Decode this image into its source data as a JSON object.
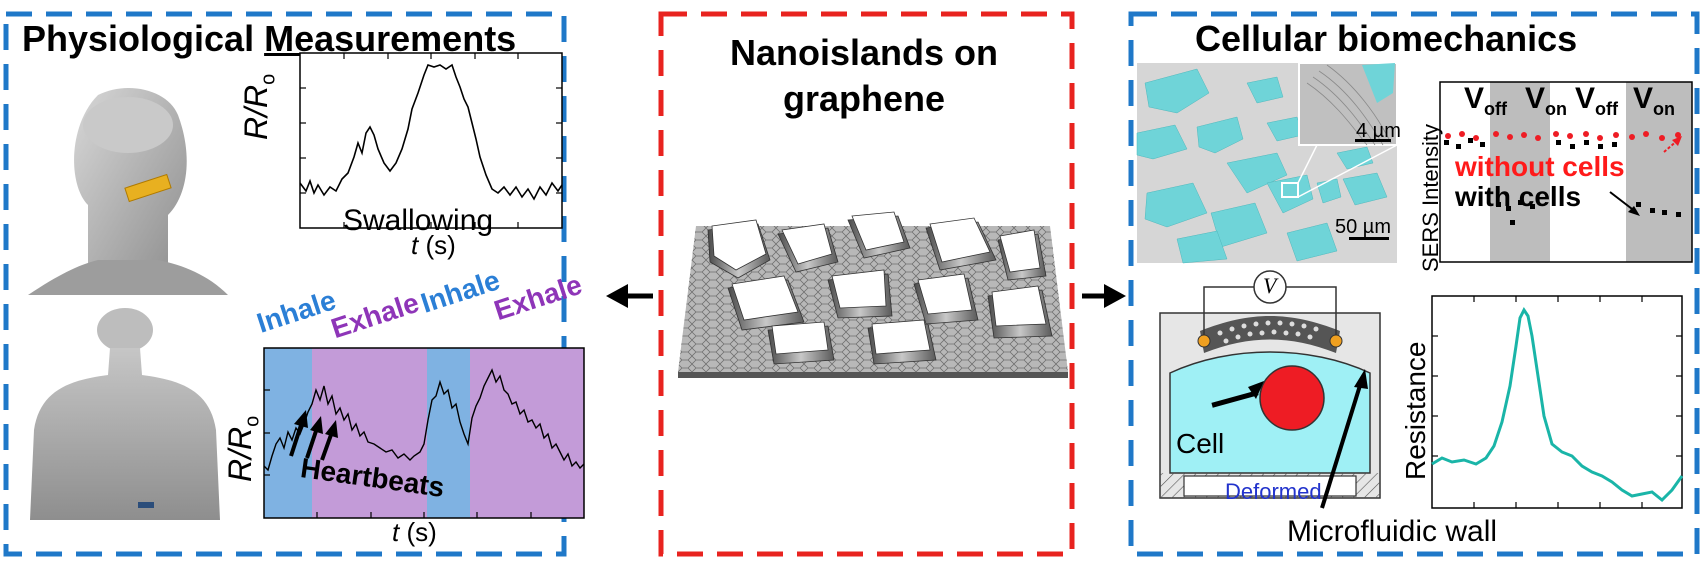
{
  "left_panel": {
    "title_part1": "Physiological",
    "title_part2": "Measurements",
    "swallow_chart": {
      "ylabel_var": "R/R",
      "ylabel_sub": "o",
      "xlabel_var": "t",
      "xlabel_unit": "(s)",
      "annotation": "Swallowing"
    },
    "breath_chart": {
      "ylabel_var": "R/R",
      "ylabel_sub": "o",
      "xlabel_var": "t",
      "xlabel_unit": "(s)",
      "phase_labels": [
        "Inhale",
        "Exhale",
        "Inhale",
        "Exhale"
      ],
      "annotation": "Heartbeats",
      "inhale_color": "#5b9bd5",
      "exhale_color": "#b86cc8"
    }
  },
  "center_panel": {
    "title_line1": "Nanoislands on",
    "title_line2": "graphene"
  },
  "right_panel": {
    "title": "Cellular biomechanics",
    "sem": {
      "inset_scale": "4 µm",
      "main_scale": "50 µm"
    },
    "sers_chart": {
      "ylabel": "SERS Intensity",
      "segments": [
        {
          "label": "V",
          "sub": "off"
        },
        {
          "label": "V",
          "sub": "on"
        },
        {
          "label": "V",
          "sub": "off"
        },
        {
          "label": "V",
          "sub": "on"
        }
      ],
      "without_cells": "without cells",
      "with_cells": "with cells"
    },
    "device": {
      "voltmeter": "V",
      "cell_label": "Cell",
      "deformed_label": "Deformed",
      "wall_label": "Microfluidic wall"
    },
    "resistance_chart": {
      "ylabel": "Resistance",
      "line_color": "#1ab5a8"
    }
  },
  "colors": {
    "blue_dash": "#1f78c8",
    "red_dash": "#e8231f",
    "red_text": "#ff1a1a",
    "purple_text": "#8e35b8",
    "blue_text": "#2b7fd6",
    "cyan_fluid": "#9ff0f5",
    "cell_red": "#ee1c24",
    "deformed_text": "#2233cc"
  }
}
